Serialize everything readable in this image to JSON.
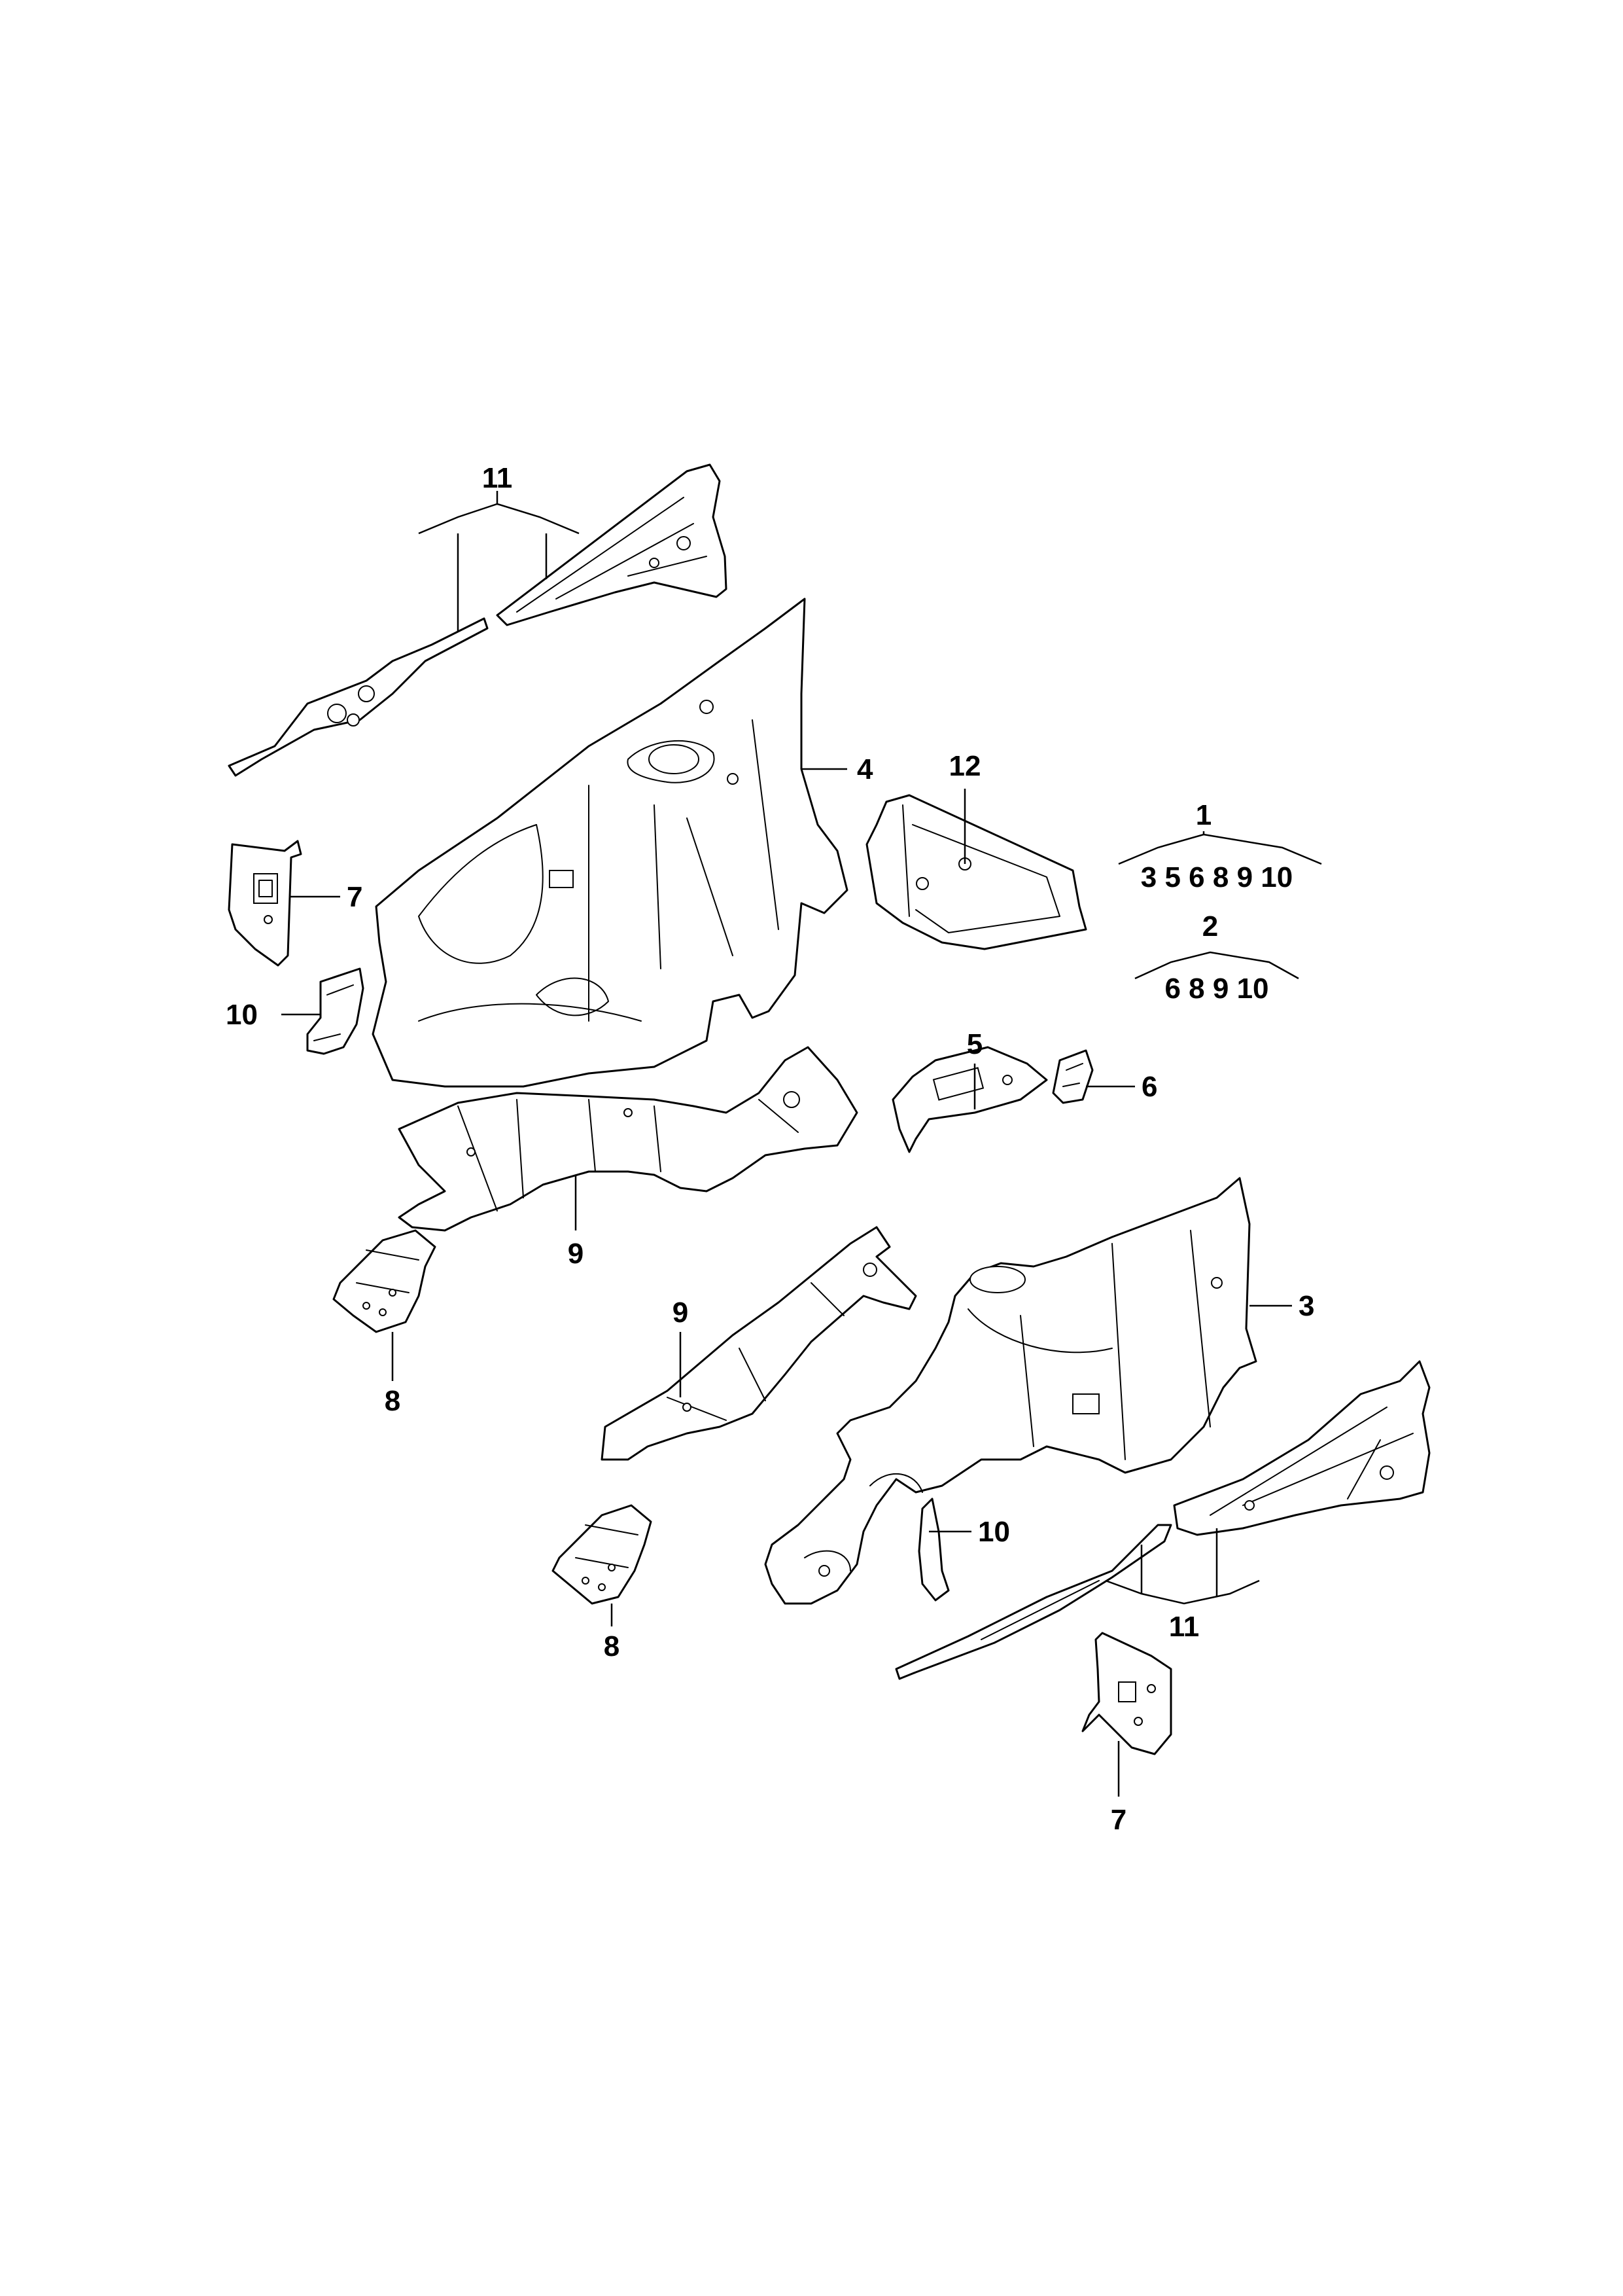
{
  "callouts": {
    "top_11": "11",
    "left_7": "7",
    "left_10": "10",
    "left_8": "8",
    "upper_9": "9",
    "upper_4": "4",
    "upper_12": "12",
    "assembly_1": "1",
    "assembly_1_parts": "3 5 6 8 9 10",
    "assembly_2": "2",
    "assembly_2_parts": "6 8 9 10",
    "mid_5": "5",
    "mid_6": "6",
    "right_3": "3",
    "lower_9": "9",
    "lower_8": "8",
    "lower_10": "10",
    "lower_11": "11",
    "lower_7": "7"
  }
}
